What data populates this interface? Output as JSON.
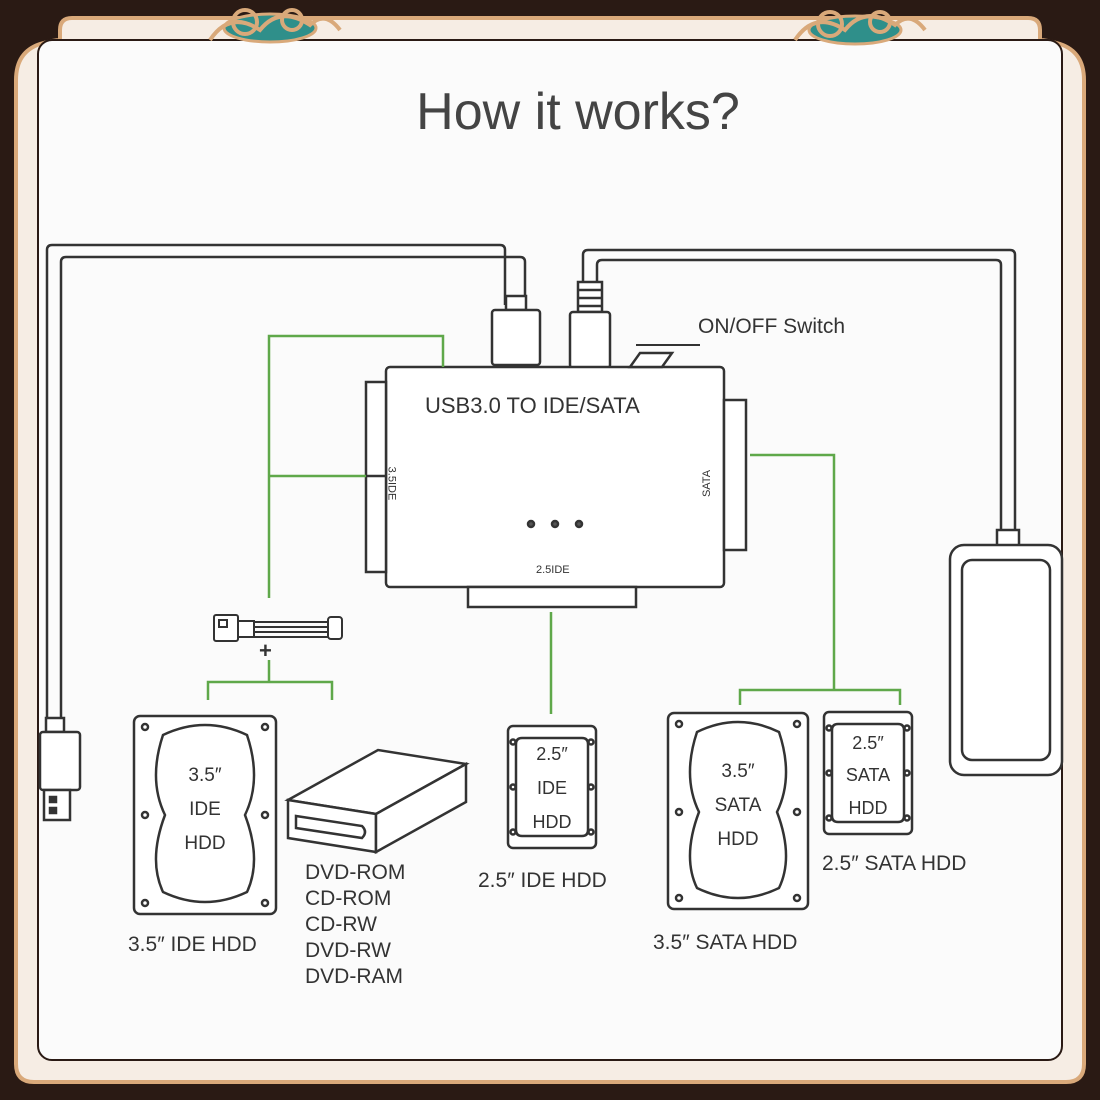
{
  "title": "How it works?",
  "adapter": {
    "label": "USB3.0 TO IDE/SATA",
    "port_35ide": "3.5IDE",
    "port_sata": "SATA",
    "port_25ide": "2.5IDE"
  },
  "switch_label": "ON/OFF Switch",
  "plus_sign": "+",
  "ide35": {
    "line1": "3.5″",
    "line2": "IDE",
    "line3": "HDD",
    "caption": "3.5″  IDE HDD"
  },
  "optical_drives": [
    "DVD-ROM",
    "CD-ROM",
    "CD-RW",
    "DVD-RW",
    "DVD-RAM"
  ],
  "ide25": {
    "line1": "2.5″",
    "line2": "IDE",
    "line3": "HDD",
    "caption": "2.5″  IDE HDD"
  },
  "sata35": {
    "line1": "3.5″",
    "line2": "SATA",
    "line3": "HDD",
    "caption": "3.5″  SATA HDD"
  },
  "sata25": {
    "line1": "2.5″",
    "line2": "SATA",
    "line3": "HDD",
    "caption": "2.5″  SATA HDD"
  },
  "colors": {
    "frame_gold": "#d9a97a",
    "frame_dark": "#2a1a14",
    "panel": "#fbfbfb",
    "connector_green": "#5fa84a",
    "ink": "#333333",
    "ornament_teal": "#2f8f8a"
  }
}
